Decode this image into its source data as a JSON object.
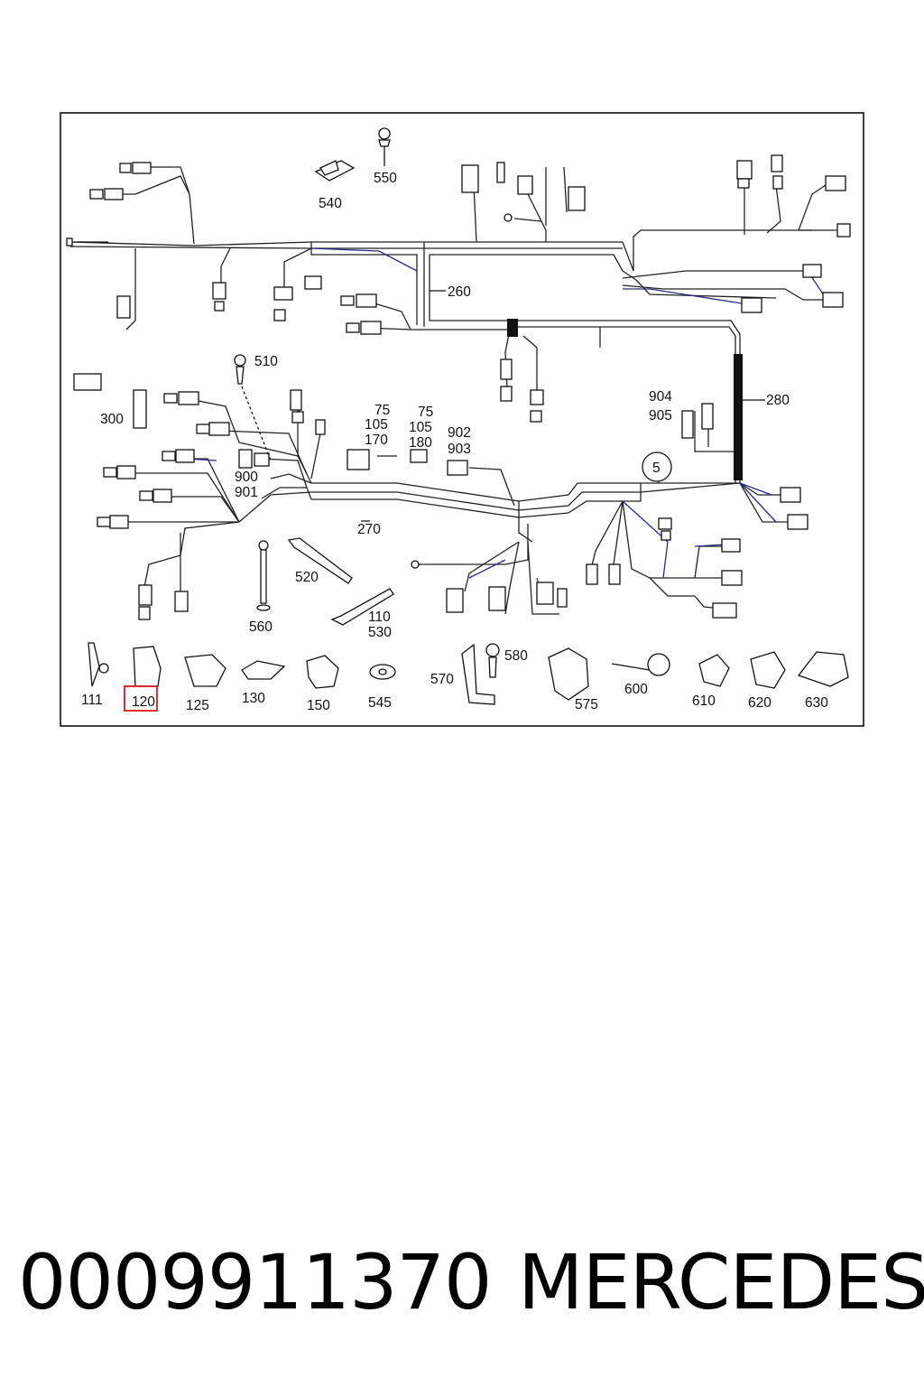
{
  "diagram": {
    "highlight_callout": "120",
    "callouts": [
      {
        "id": "c550",
        "text": "550"
      },
      {
        "id": "c540",
        "text": "540"
      },
      {
        "id": "c260",
        "text": "260"
      },
      {
        "id": "c510",
        "text": "510"
      },
      {
        "id": "c300",
        "text": "300"
      },
      {
        "id": "c280",
        "text": "280"
      },
      {
        "id": "c904",
        "text": "904"
      },
      {
        "id": "c905",
        "text": "905"
      },
      {
        "id": "c5",
        "text": "5"
      },
      {
        "id": "c75a",
        "text": "75"
      },
      {
        "id": "c105a",
        "text": "105"
      },
      {
        "id": "c170",
        "text": "170"
      },
      {
        "id": "c75b",
        "text": "75"
      },
      {
        "id": "c105b",
        "text": "105"
      },
      {
        "id": "c180",
        "text": "180"
      },
      {
        "id": "c902",
        "text": "902"
      },
      {
        "id": "c903",
        "text": "903"
      },
      {
        "id": "c900",
        "text": "900"
      },
      {
        "id": "c901",
        "text": "901"
      },
      {
        "id": "c270",
        "text": "270"
      },
      {
        "id": "c520",
        "text": "520"
      },
      {
        "id": "c560",
        "text": "560"
      },
      {
        "id": "c110",
        "text": "110"
      },
      {
        "id": "c530",
        "text": "530"
      },
      {
        "id": "c111",
        "text": "111"
      },
      {
        "id": "c120",
        "text": "120"
      },
      {
        "id": "c125",
        "text": "125"
      },
      {
        "id": "c130",
        "text": "130"
      },
      {
        "id": "c150",
        "text": "150"
      },
      {
        "id": "c545",
        "text": "545"
      },
      {
        "id": "c570",
        "text": "570"
      },
      {
        "id": "c580",
        "text": "580"
      },
      {
        "id": "c575",
        "text": "575"
      },
      {
        "id": "c600",
        "text": "600"
      },
      {
        "id": "c610",
        "text": "610"
      },
      {
        "id": "c620",
        "text": "620"
      },
      {
        "id": "c630",
        "text": "630"
      }
    ]
  },
  "footer": {
    "part_number": "0009911370",
    "brand": "MERCEDES"
  },
  "colors": {
    "wire": "#222222",
    "wire_blue": "#2a2a8c",
    "highlight": "#e0141e",
    "frame": "#000000"
  }
}
